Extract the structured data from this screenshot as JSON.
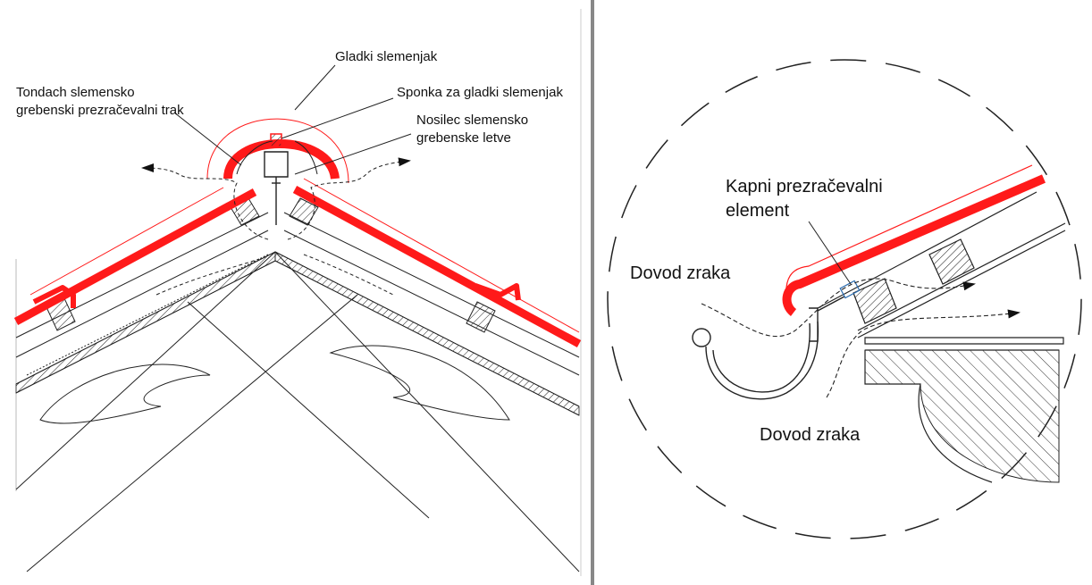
{
  "left_panel": {
    "labels": {
      "ridge_tile": "Gladki slemenjak",
      "ventilation_tape_line1": "Tondach slemensko",
      "ventilation_tape_line2": "grebenski prezračevalni trak",
      "clip": "Sponka za gladki slemenjak",
      "batten_holder_line1": "Nosilec slemensko",
      "batten_holder_line2": "grebenske letve"
    }
  },
  "right_panel": {
    "labels": {
      "eaves_element_line1": "Kapni prezračevalni",
      "eaves_element_line2": "element",
      "air_inlet_top": "Dovod zraka",
      "air_inlet_bottom": "Dovod zraka"
    }
  },
  "colors": {
    "roof_red": "#ff1a1a",
    "line": "#222222",
    "divider": "#888888",
    "accent_blue": "#2b6cb0"
  }
}
